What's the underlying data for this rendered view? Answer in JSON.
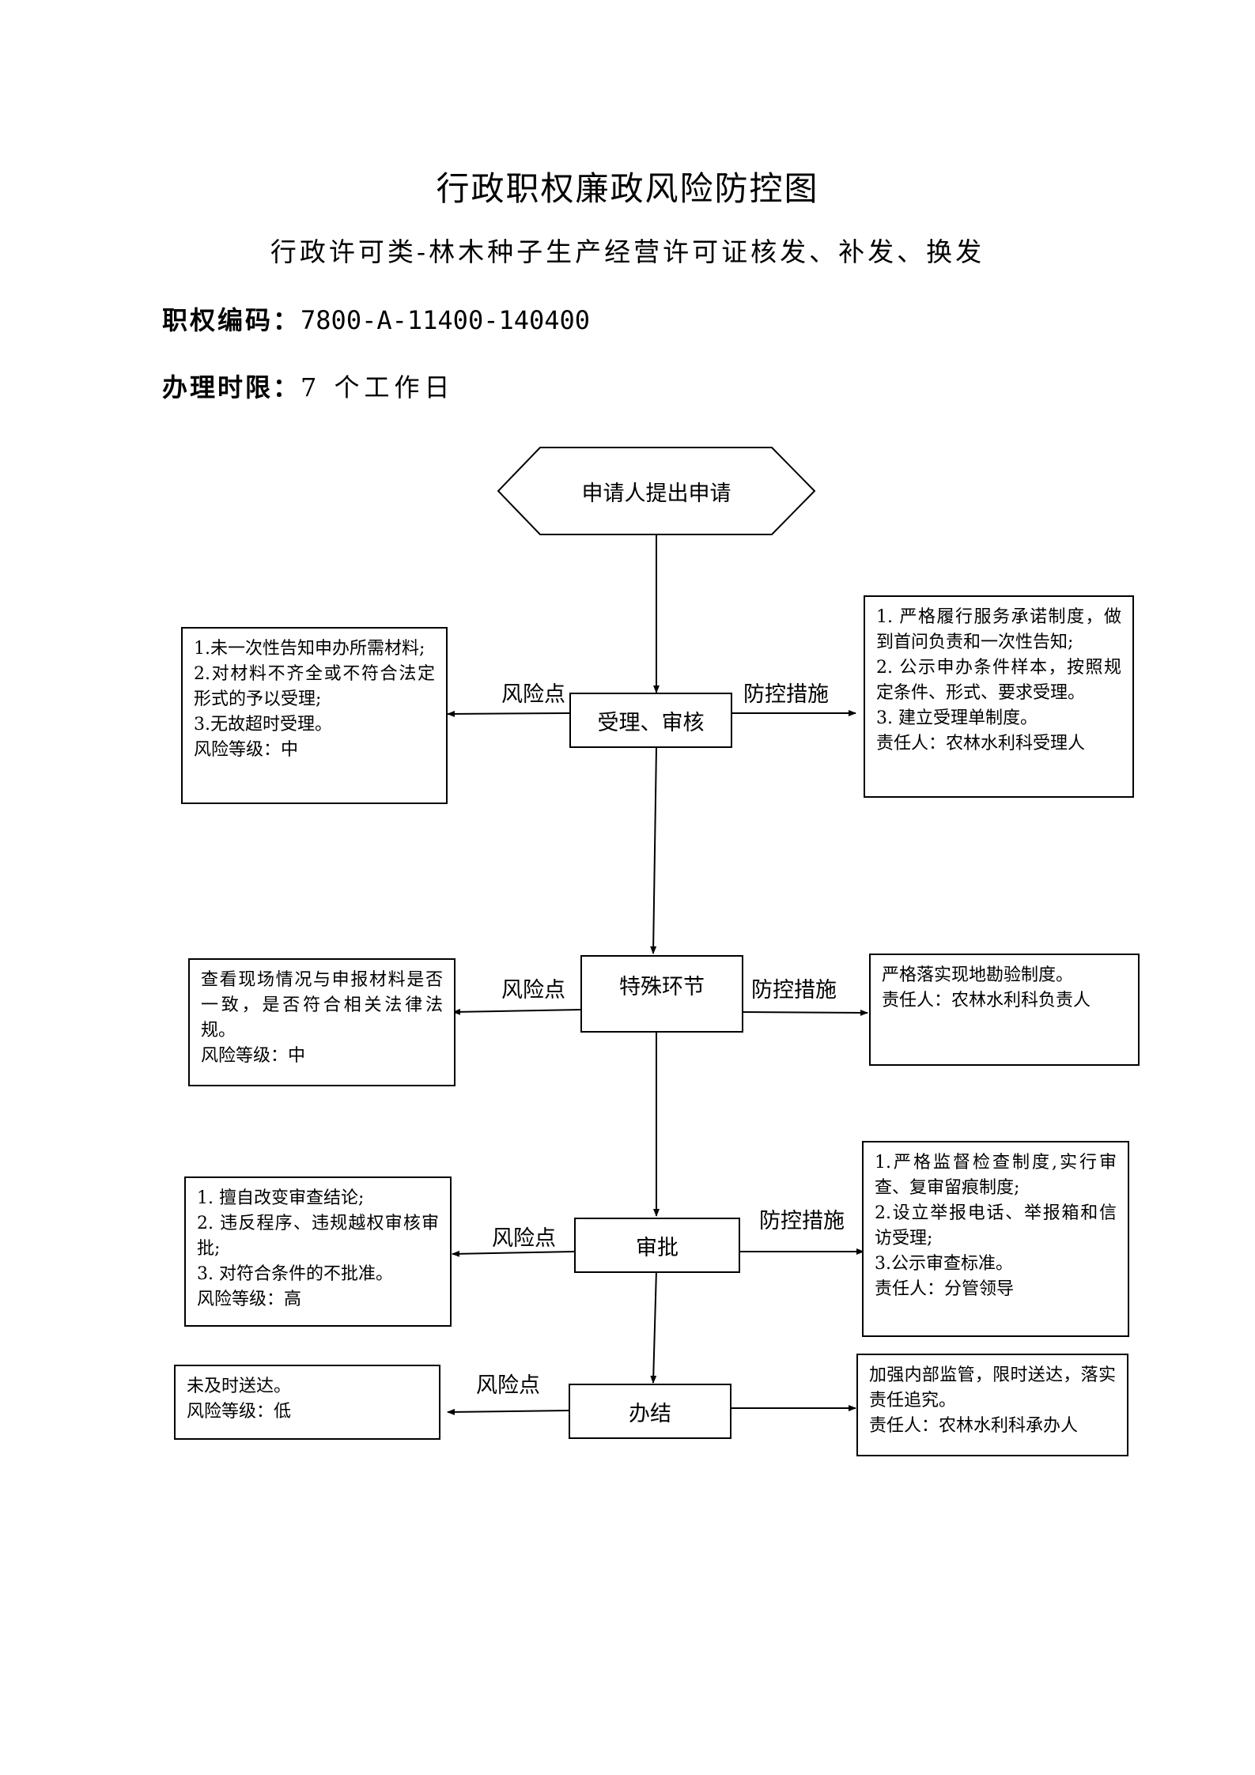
{
  "title": "行政职权廉政风险防控图",
  "subtitle": "行政许可类-林木种子生产经营许可证核发、补发、换发",
  "meta": {
    "code_label": "职权编码：",
    "code_value": "7800-A-11400-140400",
    "time_label": "办理时限：",
    "time_value": "7 个工作日"
  },
  "flow": {
    "start": "申请人提出申请",
    "risk_label": "风险点",
    "control_label": "防控措施",
    "steps": [
      {
        "name": "受理、审核",
        "risks": [
          "1.未一次性告知申办所需材料;",
          "2.对材料不齐全或不符合法定形式的予以受理;",
          "3.无故超时受理。",
          "风险等级：中"
        ],
        "controls": [
          "1. 严格履行服务承诺制度，做到首问负责和一次性告知;",
          "2. 公示申办条件样本，按照规定条件、形式、要求受理。",
          "3. 建立受理单制度。",
          "责任人：农林水利科受理人"
        ]
      },
      {
        "name": "特殊环节",
        "risks": [
          "查看现场情况与申报材料是否一致，是否符合相关法律法规。",
          "风险等级：中"
        ],
        "controls": [
          "严格落实现地勘验制度。",
          "责任人：农林水利科负责人"
        ]
      },
      {
        "name": "审批",
        "risks": [
          "1. 擅自改变审查结论;",
          "2. 违反程序、违规越权审核审批;",
          "3. 对符合条件的不批准。",
          "风险等级：高"
        ],
        "controls": [
          "1.严格监督检查制度,实行审查、复审留痕制度;",
          "2.设立举报电话、举报箱和信访受理;",
          "3.公示审查标准。",
          "责任人：分管领导"
        ]
      },
      {
        "name": "办结",
        "risks": [
          "未及时送达。",
          "风险等级：低"
        ],
        "controls": [
          "加强内部监管，限时送达，落实责任追究。",
          "责任人：农林水利科承办人"
        ]
      }
    ]
  }
}
